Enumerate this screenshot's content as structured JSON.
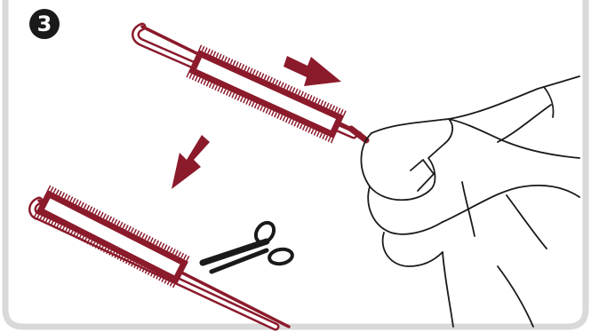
{
  "step": {
    "number": "3"
  },
  "colors": {
    "frame": "#d9d9d9",
    "tool": "#8b1a2b",
    "tool_fill": "#ffffff",
    "arrow": "#8b1a2b",
    "outline": "#1a1a1a",
    "background": "#ffffff"
  },
  "icons": {
    "step_badge": "circled-number-3",
    "tool_top": "looped-needle-with-fringe",
    "tool_bottom": "looped-needle-with-fringe",
    "arrow_top": "arrow-pull-right-down",
    "arrow_bottom": "arrow-down-left",
    "scissors": "scissors-icon",
    "hand": "hand-pinching"
  }
}
